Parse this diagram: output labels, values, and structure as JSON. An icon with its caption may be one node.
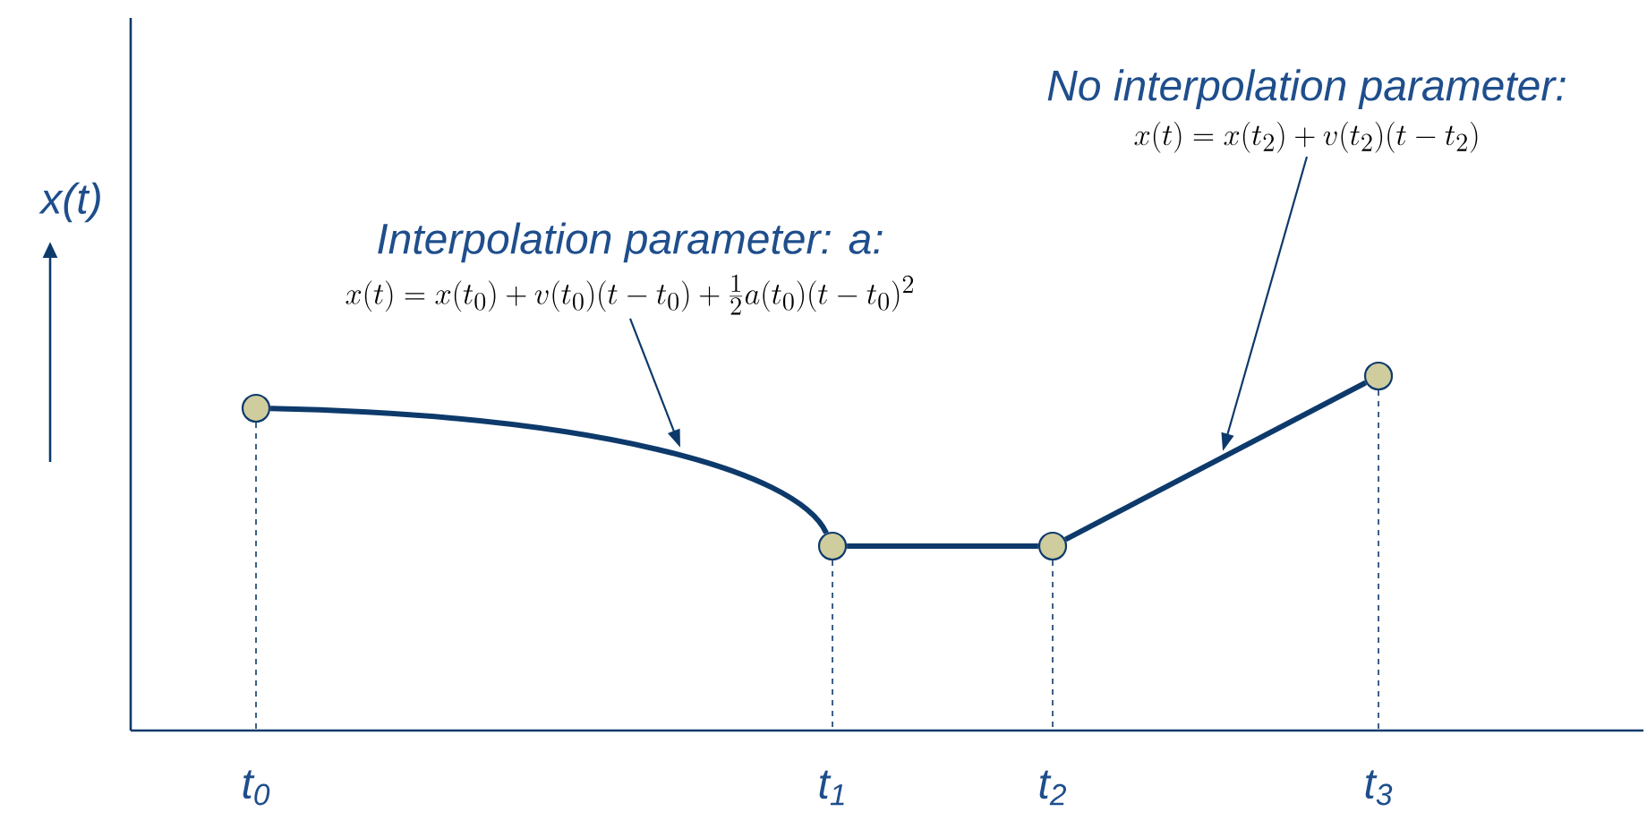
{
  "diagram": {
    "nodes": [
      {
        "text": [],
        "shape": "circle"
      },
      {
        "text": [],
        "shape": "circle"
      },
      {
        "text": [],
        "shape": "circle"
      },
      {
        "text": [],
        "shape": "circle"
      },
      {
        "text": [
          "Interpolation parameter: a:",
          "x(t)=x(t_0)+v(t_0)(t-t_0)+\\frac{1}{2}a(t_0)(t-t_0)^2"
        ]
      },
      {
        "text": [
          "No interpolation parameter:",
          "x(t)=x(t_2)+v(t_2)(t-t_2)"
        ]
      }
    ],
    "edges": [
      {
        "from": 0,
        "to": 1,
        "arrow": "none"
      },
      {
        "from": 1,
        "to": 2,
        "arrow": "none"
      },
      {
        "from": 2,
        "to": 3,
        "arrow": "none"
      },
      {
        "from": 4,
        "to": null,
        "arrow": "to"
      },
      {
        "from": 5,
        "to": null,
        "arrow": "to"
      }
    ],
    "labels": [
      "x(t)",
      "t$_{0}$",
      "t$_{1}$",
      "t$_{2}$",
      "t$_{3}$"
    ]
  }
}
